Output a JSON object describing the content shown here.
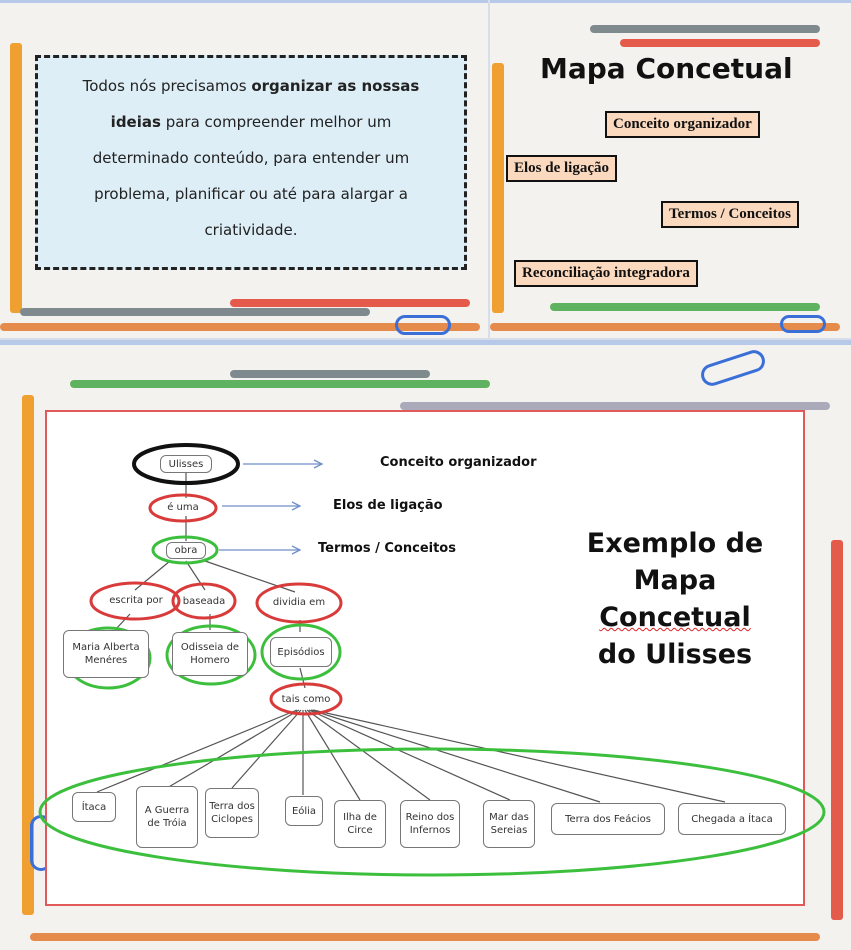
{
  "intro": {
    "line1_a": "Todos nós precisamos ",
    "line1_b": "organizar as nossas",
    "line2_a": "ideias",
    "line2_b": " para compreender melhor um",
    "line3": "determinado conteúdo, para entender um",
    "line4": "problema, planificar ou até para alargar a",
    "line5": "criatividade."
  },
  "legend_panel": {
    "title": "Mapa Concetual",
    "tags": [
      "Conceito organizador",
      "Elos de ligação",
      "Termos / Conceitos",
      "Reconciliação integradora"
    ]
  },
  "example": {
    "title_lines": [
      "Exemplo de",
      "Mapa",
      "Concetual",
      "do Ulisses"
    ],
    "legend": [
      "Conceito organizador",
      "Elos de ligação",
      "Termos / Conceitos"
    ],
    "nodes": {
      "root": "Ulisses",
      "link1": "é uma",
      "obra": "obra",
      "escrita": "escrita por",
      "baseada": "baseada",
      "dividia": "dividia em",
      "maria": "Maria Alberta Menéres",
      "odisseia": "Odisseia de Homero",
      "episodios": "Episódios",
      "tais": "tais como"
    },
    "episodes": [
      "Ítaca",
      "A Guerra de Tróia",
      "Terra dos Ciclopes",
      "Eólia",
      "Ilha de Circe",
      "Reino dos Infernos",
      "Mar das Sereias",
      "Terra dos Feácios",
      "Chegada a Ítaca"
    ]
  },
  "colors": {
    "red": "#d93a3a",
    "green": "#3cbf3c",
    "black": "#111111",
    "arrow": "#6f8fc7",
    "tag_fill": "#fbd9bf"
  }
}
